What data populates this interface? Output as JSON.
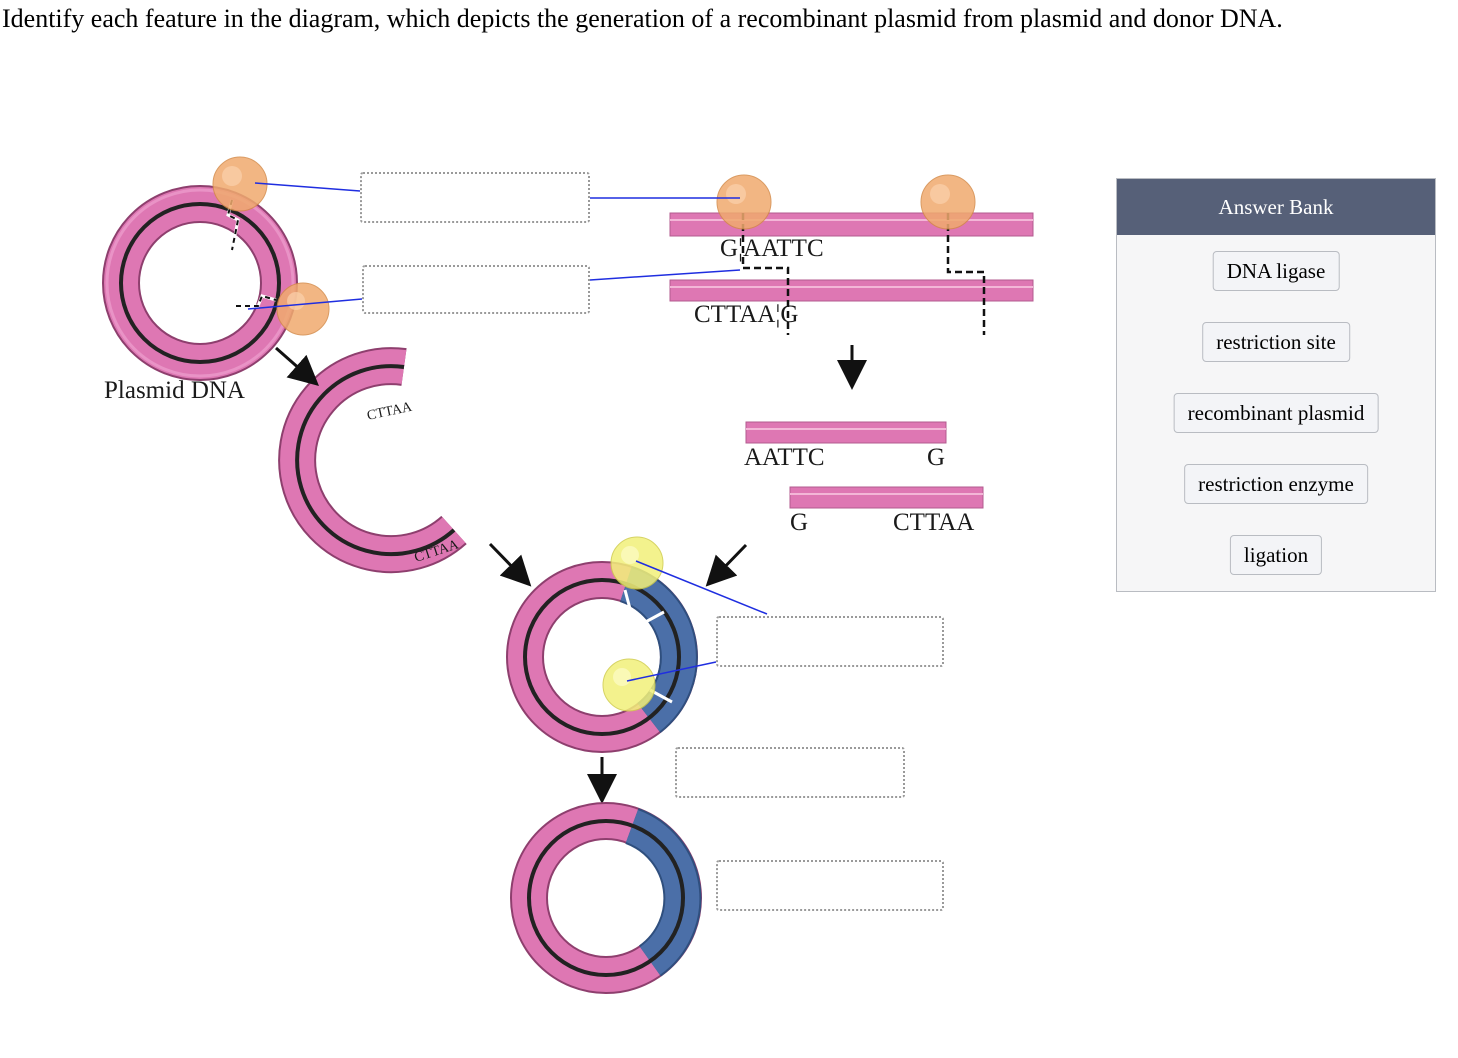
{
  "question": "Identify each feature in the diagram, which depicts the generation of a recombinant plasmid from plasmid and donor DNA.",
  "diagram": {
    "plasmid_label": "Plasmid DNA",
    "seq_top_strand": "G¦AATTC",
    "seq_bottom_strand": "CTTAA¦G",
    "frag1_left": "AATTC",
    "frag1_right": "G",
    "frag2_left": "G",
    "frag2_right": "CTTAA",
    "sticky_end_upper": "CTTAA",
    "sticky_end_lower": "CTTAA"
  },
  "drop_zones": [
    {
      "id": "zone-1",
      "value": ""
    },
    {
      "id": "zone-2",
      "value": ""
    },
    {
      "id": "zone-3",
      "value": ""
    },
    {
      "id": "zone-4",
      "value": ""
    },
    {
      "id": "zone-5",
      "value": ""
    }
  ],
  "answer_bank": {
    "title": "Answer Bank",
    "items": [
      "DNA ligase",
      "restriction site",
      "recombinant plasmid",
      "restriction enzyme",
      "ligation"
    ]
  },
  "colors": {
    "plasmid_pink": "#de77b3",
    "donor_blue": "#4b6fa8",
    "enzyme_orange": "#f0aa6e",
    "ligase_yellow": "#f2f07a",
    "leader_line": "#1f2ee0",
    "bank_header": "#566078"
  }
}
